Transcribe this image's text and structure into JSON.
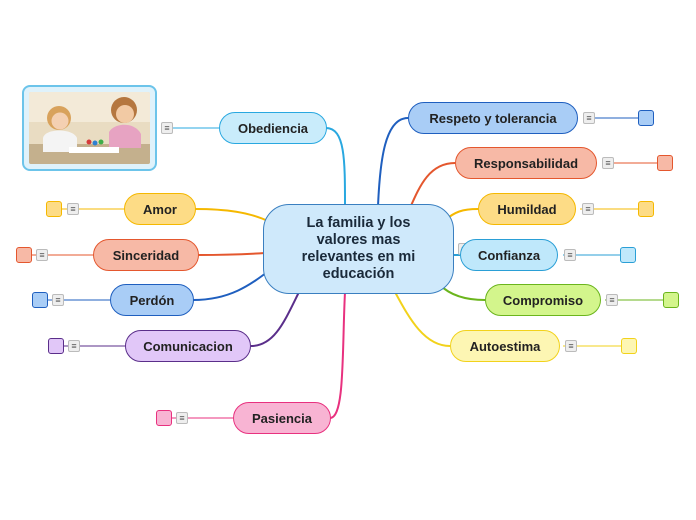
{
  "central_topic": "La familia y los valores mas relevantes en mi educación",
  "image_alt_icon": "family-photo",
  "topics": {
    "obediencia": "Obediencia",
    "respeto": "Respeto y tolerancia",
    "responsabilidad": "Responsabilidad",
    "humildad": "Humildad",
    "confianza": "Confianza",
    "compromiso": "Compromiso",
    "autoestima": "Autoestima",
    "amor": "Amor",
    "sinceridad": "Sinceridad",
    "perdon": "Perdón",
    "comunicacion": "Comunicacion",
    "pasiencia": "Pasiencia"
  },
  "colors": {
    "center_fill": "#cfe9fb",
    "obediencia": "#29a8e0",
    "respeto": "#1f5fbf",
    "responsabilidad": "#e4572e",
    "humildad": "#f5b800",
    "confianza": "#2a9fd6",
    "compromiso": "#6bb51d",
    "autoestima": "#f2d21b",
    "amor": "#f5b800",
    "sinceridad": "#e4572e",
    "perdon": "#1f5fbf",
    "comunicacion": "#5a2e8a",
    "pasiencia": "#e8317f"
  },
  "icons": [
    "notes-icon",
    "marker-square-icon",
    "family-photo"
  ]
}
